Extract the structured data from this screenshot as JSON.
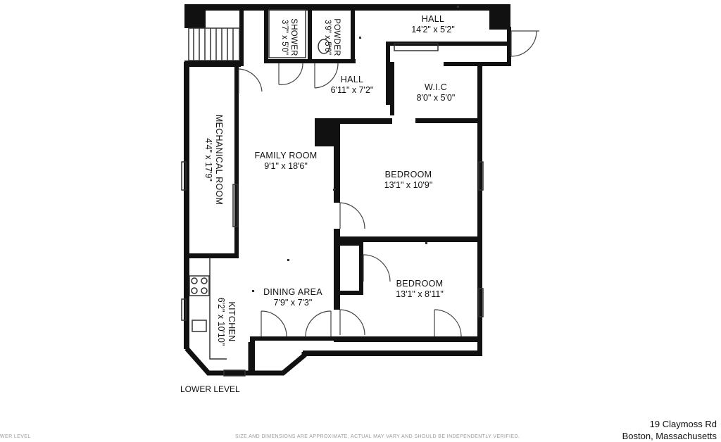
{
  "rooms": [
    {
      "id": "hall-top",
      "name": "HALL",
      "dims": "14'2\" x 5'2\""
    },
    {
      "id": "shower",
      "name": "SHOWER",
      "dims": "3'7\" x 5'0\""
    },
    {
      "id": "powder",
      "name": "POWDER",
      "dims": "3'9\" x 5'0\""
    },
    {
      "id": "hall-mid",
      "name": "HALL",
      "dims": "6'11\" x 7'2\""
    },
    {
      "id": "wic",
      "name": "W.I.C",
      "dims": "8'0\" x 5'0\""
    },
    {
      "id": "mechanical",
      "name": "MECHANICAL ROOM",
      "dims": "4'4\" x 17'9\""
    },
    {
      "id": "family",
      "name": "FAMILY ROOM",
      "dims": "9'1\" x 18'6\""
    },
    {
      "id": "bedroom-1",
      "name": "BEDROOM",
      "dims": "13'1\" x 10'9\""
    },
    {
      "id": "bedroom-2",
      "name": "BEDROOM",
      "dims": "13'1\" x 8'11\""
    },
    {
      "id": "dining",
      "name": "DINING AREA",
      "dims": "7'9\" x 7'3\""
    },
    {
      "id": "kitchen",
      "name": "KITCHEN",
      "dims": "6'2\" x 10'10\""
    }
  ],
  "floor_label": "LOWER LEVEL",
  "floor_label_cut": "WER LEVEL",
  "disclaimer": "SIZE AND DIMENSIONS ARE APPROXIMATE, ACTUAL MAY VARY AND SHOULD BE INDEPENDENTLY VERIFIED.",
  "address": {
    "line1": "19 Claymoss Rd",
    "line2": "Boston, Massachusetts"
  },
  "colors": {
    "wall": "#111111",
    "line": "#333333",
    "door": "#444444"
  }
}
